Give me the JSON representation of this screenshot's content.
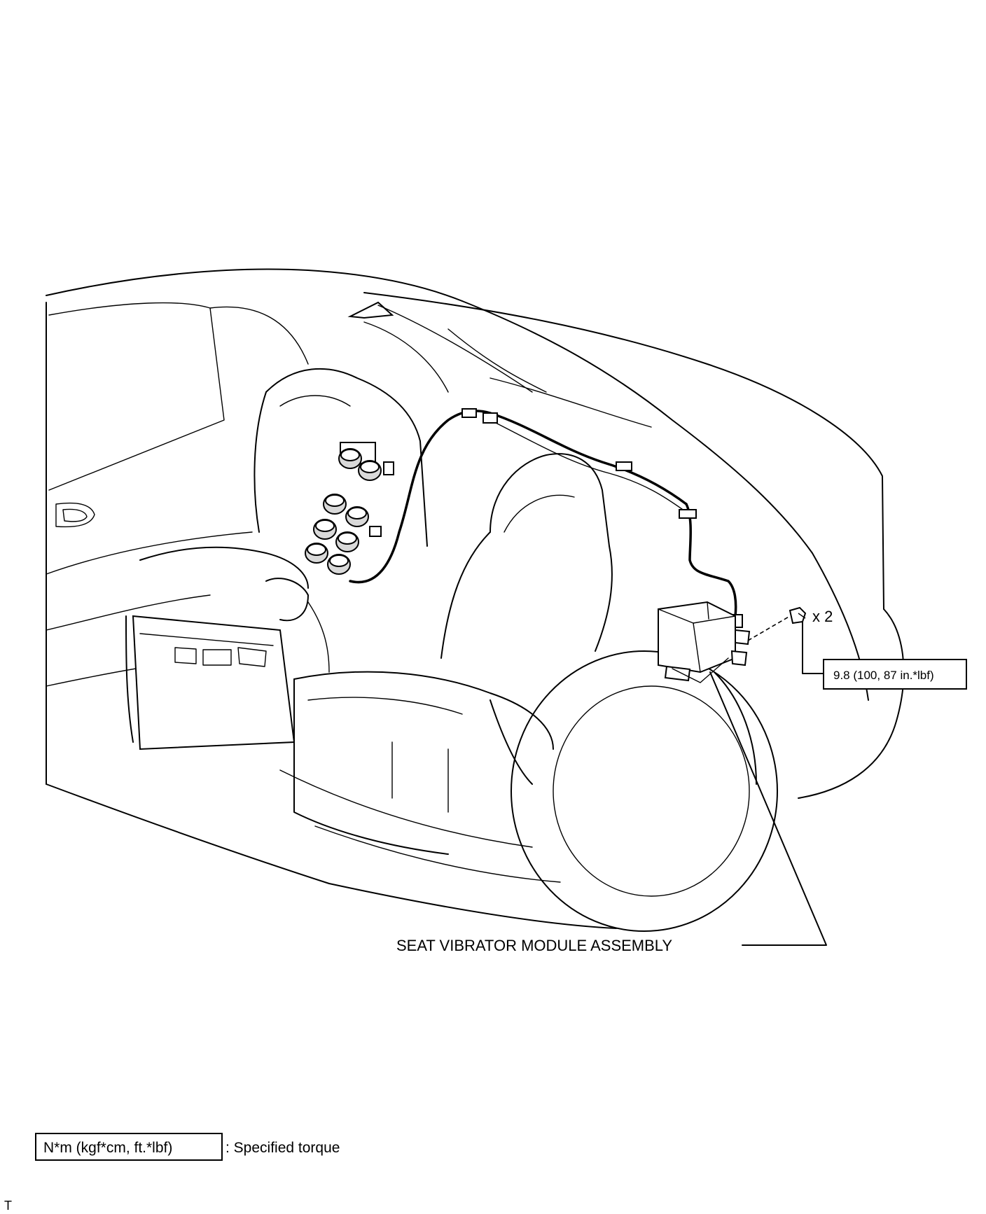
{
  "callouts": {
    "torque_value": "9.8 (100, 87 in.*lbf)",
    "bolt_quantity": "x 2",
    "component_label": "SEAT VIBRATOR MODULE ASSEMBLY"
  },
  "legend": {
    "box_text": "N*m (kgf*cm, ft.*lbf)",
    "description": ": Specified torque"
  },
  "corner_mark": "T"
}
